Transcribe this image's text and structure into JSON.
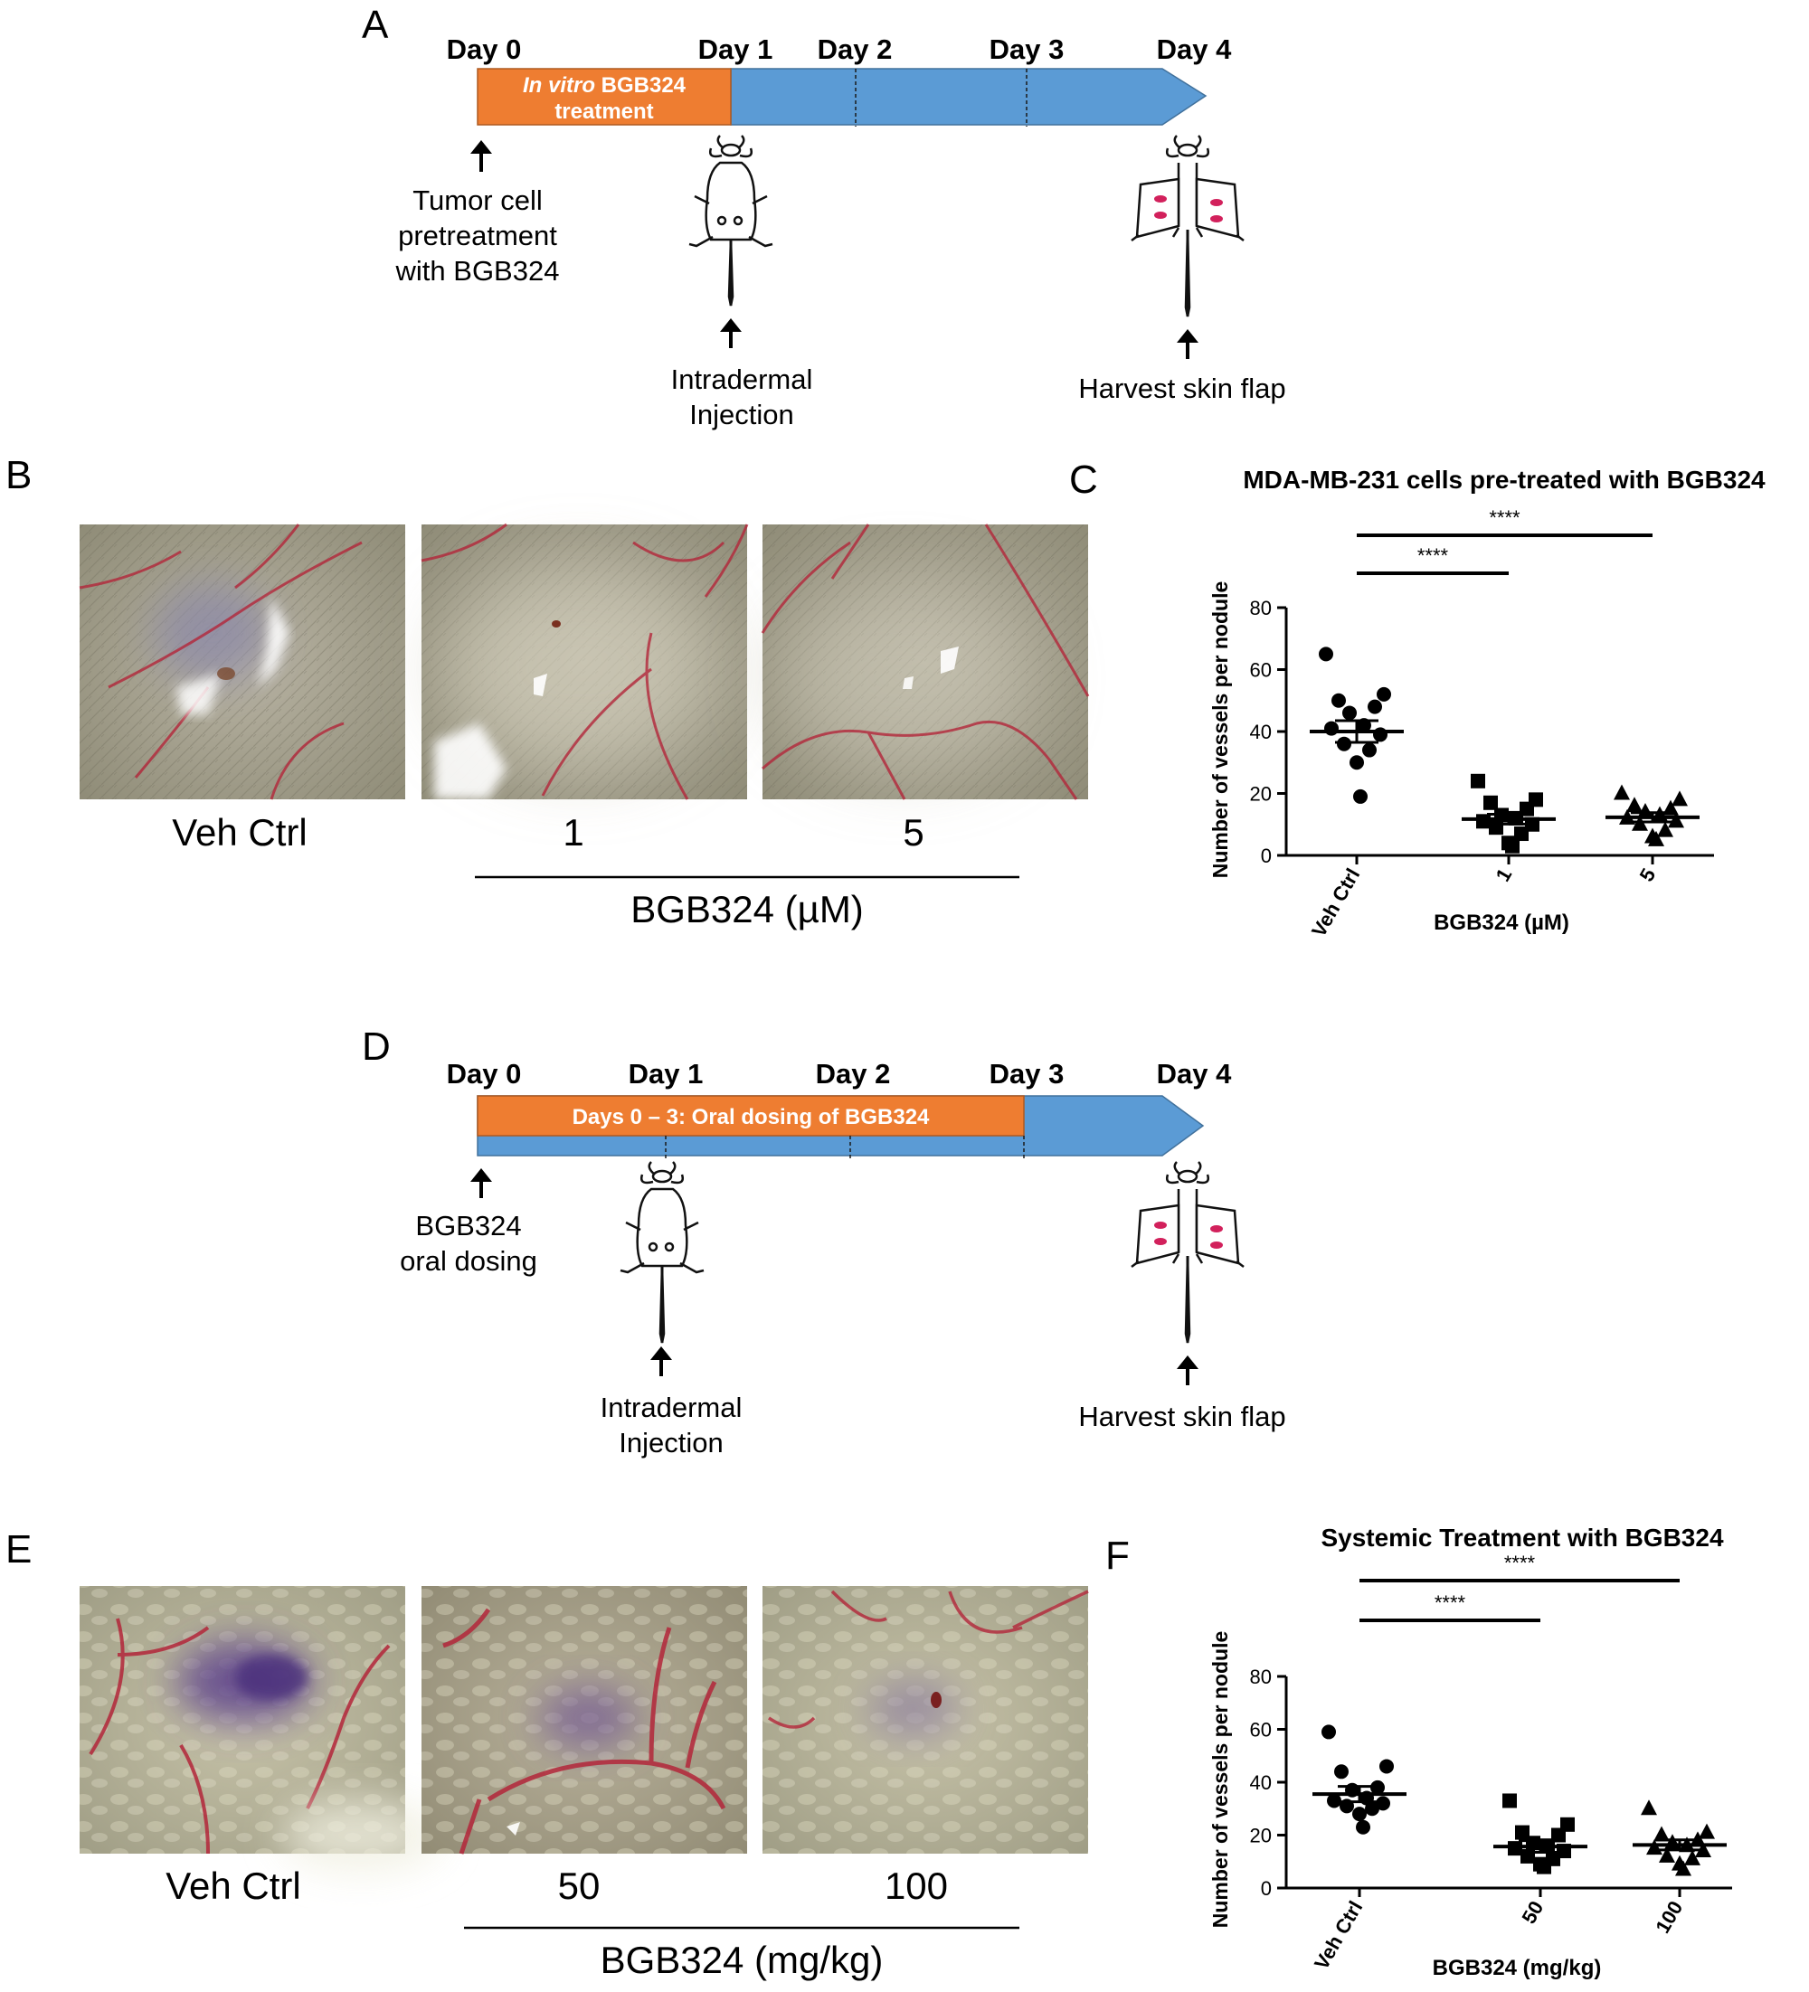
{
  "panel_labels": {
    "a": "A",
    "b": "B",
    "c": "C",
    "d": "D",
    "e": "E",
    "f": "F"
  },
  "timeline_a": {
    "days": [
      "Day 0",
      "Day 1",
      "Day 2",
      "Day 3",
      "Day 4"
    ],
    "bar_text_italic": "In vitro",
    "bar_text_rest": " BGB324",
    "bar_text_line2": "treatment",
    "notes": {
      "pretreatment": [
        "Tumor cell",
        "pretreatment",
        "with BGB324"
      ],
      "injection": [
        "Intradermal",
        "Injection"
      ],
      "harvest": [
        "Harvest skin flap"
      ]
    }
  },
  "timeline_d": {
    "days": [
      "Day 0",
      "Day 1",
      "Day 2",
      "Day 3",
      "Day 4"
    ],
    "bar_text": "Days 0 – 3: Oral dosing of BGB324",
    "notes": {
      "dosing": [
        "BGB324",
        "oral dosing"
      ],
      "injection": [
        "Intradermal",
        "Injection"
      ],
      "harvest": [
        "Harvest skin flap"
      ]
    }
  },
  "photos_b": {
    "labels": [
      "Veh Ctrl",
      "1",
      "5"
    ],
    "group_label": "BGB324 (µM)"
  },
  "photos_e": {
    "labels": [
      "Veh Ctrl",
      "50",
      "100"
    ],
    "group_label": "BGB324 (mg/kg)"
  },
  "colors": {
    "orange": "#ee7d31",
    "blue": "#5b9bd5",
    "black": "#000000",
    "vessel_red": "#b3263a",
    "tumor_purple": "#6a4f8f"
  },
  "chart_data": [
    {
      "type": "scatter",
      "panel": "C",
      "title": "MDA-MB-231 cells pre-treated with BGB324",
      "xlabel": "BGB324 (µM)",
      "ylabel": "Number of vessels per nodule",
      "categories": [
        "Veh Ctrl",
        "1",
        "5"
      ],
      "ylim": [
        0,
        80
      ],
      "yticks": [
        "0",
        "20",
        "40",
        "60",
        "80"
      ],
      "series": [
        {
          "marker": "circle",
          "values": [
            65,
            52,
            50,
            48,
            46,
            42,
            41,
            39,
            36,
            34,
            30,
            19
          ],
          "mean": 40,
          "sem": 3.5
        },
        {
          "marker": "square",
          "values": [
            24,
            18,
            17,
            15,
            13,
            12,
            11,
            10,
            9,
            7,
            4,
            3
          ],
          "mean": 11.7,
          "sem": 1.6
        },
        {
          "marker": "triangle",
          "values": [
            20,
            18,
            16,
            15,
            14,
            13,
            12,
            11,
            10,
            8,
            6,
            5
          ],
          "mean": 12.3,
          "sem": 1.5
        }
      ],
      "significance": [
        {
          "from": 0,
          "to": 1,
          "label": "****"
        },
        {
          "from": 0,
          "to": 2,
          "label": "****"
        }
      ]
    },
    {
      "type": "scatter",
      "panel": "F",
      "title": "Systemic Treatment with BGB324",
      "xlabel": "BGB324 (mg/kg)",
      "ylabel": "Number of vessels per nodule",
      "categories": [
        "Veh Ctrl",
        "50",
        "100"
      ],
      "ylim": [
        0,
        80
      ],
      "yticks": [
        "0",
        "20",
        "40",
        "60",
        "80"
      ],
      "series": [
        {
          "marker": "circle",
          "values": [
            59,
            46,
            44,
            38,
            37,
            34,
            33,
            32,
            31,
            30,
            28,
            23
          ],
          "mean": 35.5,
          "sem": 2.9
        },
        {
          "marker": "square",
          "values": [
            33,
            24,
            21,
            20,
            17,
            16,
            15,
            14,
            12,
            11,
            9,
            8
          ],
          "mean": 15.7,
          "sem": 2.2
        },
        {
          "marker": "triangle",
          "values": [
            30,
            21,
            20,
            18,
            17,
            16,
            15,
            14,
            12,
            11,
            9,
            7
          ],
          "mean": 16.3,
          "sem": 1.9
        }
      ],
      "significance": [
        {
          "from": 0,
          "to": 1,
          "label": "****"
        },
        {
          "from": 0,
          "to": 2,
          "label": "****"
        }
      ]
    }
  ]
}
